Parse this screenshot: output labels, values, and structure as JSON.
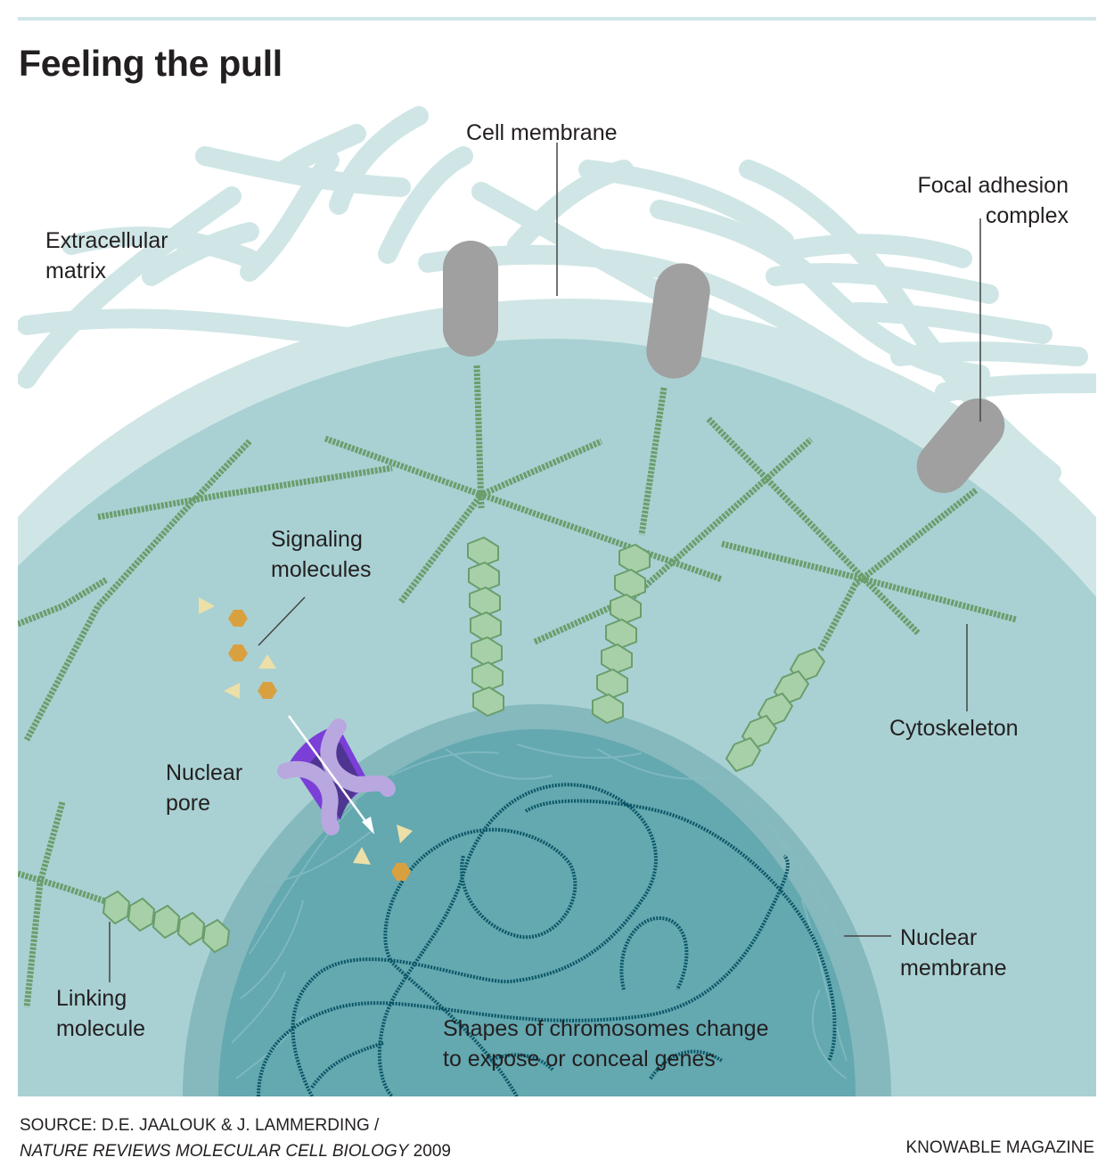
{
  "title": "Feeling the pull",
  "labels": {
    "cell_membrane": "Cell membrane",
    "focal_adhesion_line1": "Focal adhesion",
    "focal_adhesion_line2": "complex",
    "extracellular_line1": "Extracellular",
    "extracellular_line2": "matrix",
    "signaling_line1": "Signaling",
    "signaling_line2": "molecules",
    "nuclear_pore_line1": "Nuclear",
    "nuclear_pore_line2": "pore",
    "cytoskeleton": "Cytoskeleton",
    "nuclear_membrane_line1": "Nuclear",
    "nuclear_membrane_line2": "membrane",
    "linking_line1": "Linking",
    "linking_line2": "molecule",
    "chromosomes_line1": "Shapes of chromosomes change",
    "chromosomes_line2": "to expose or conceal genes"
  },
  "footer": {
    "source_line1": "SOURCE: D.E. JAALOUK & J. LAMMERDING /",
    "source_journal": "NATURE REVIEWS MOLECULAR CELL BIOLOGY",
    "source_year": " 2009",
    "credit": "KNOWABLE MAGAZINE"
  },
  "colors": {
    "ecm": "#d0e6e6",
    "cytoplasm": "#a9d1d3",
    "nuclear_membrane": "#85b9bd",
    "nucleoplasm": "#64a8b0",
    "actin": "#6a9e6c",
    "linker_fill": "#a8d0a8",
    "focal_adhesion": "#a0a0a0",
    "chromatin": "#0a5566",
    "pore_dark": "#7b3fd8",
    "pore_light": "#b9a7e0",
    "signal_hex": "#d9a040",
    "signal_tri": "#ece0a8"
  }
}
